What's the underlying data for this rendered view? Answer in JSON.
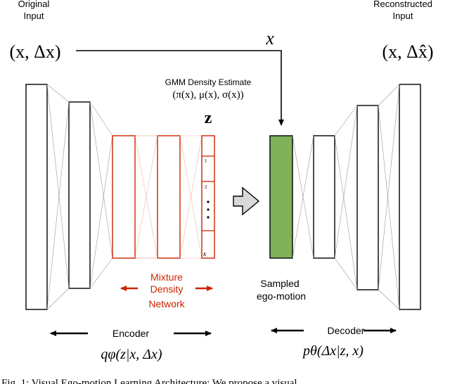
{
  "labels": {
    "original_input_line1": "Original",
    "original_input_line2": "Input",
    "reconstructed_input_line1": "Reconstructed",
    "reconstructed_input_line2": "Input",
    "input_expr": "(x, Δx)",
    "reconstructed_expr": "(x, Δx̂)",
    "skip_x": "x",
    "gmm_title": "GMM Density Estimate",
    "gmm_params": "(π(x), μ(x), σ(x))",
    "latent_z": "z",
    "mdn_line1": "Mixture",
    "mdn_line2": "Density",
    "mdn_line3": "Network",
    "sampled_line1": "Sampled",
    "sampled_line2": "ego-motion",
    "encoder": "Encoder",
    "decoder": "Decoder",
    "encoder_expr": "qφ(z|x, Δx)",
    "decoder_expr": "pθ(Δx|z, x)",
    "slot_1": "1",
    "slot_2": "2",
    "slot_k": "K",
    "caption": "Fig. 1: Visual Ego-motion Learning Architecture: We propose a visual"
  },
  "colors": {
    "black": "#000000",
    "red": "#cc2200",
    "green": "#7fb25a",
    "arrow_gray": "#d9d9d9"
  }
}
